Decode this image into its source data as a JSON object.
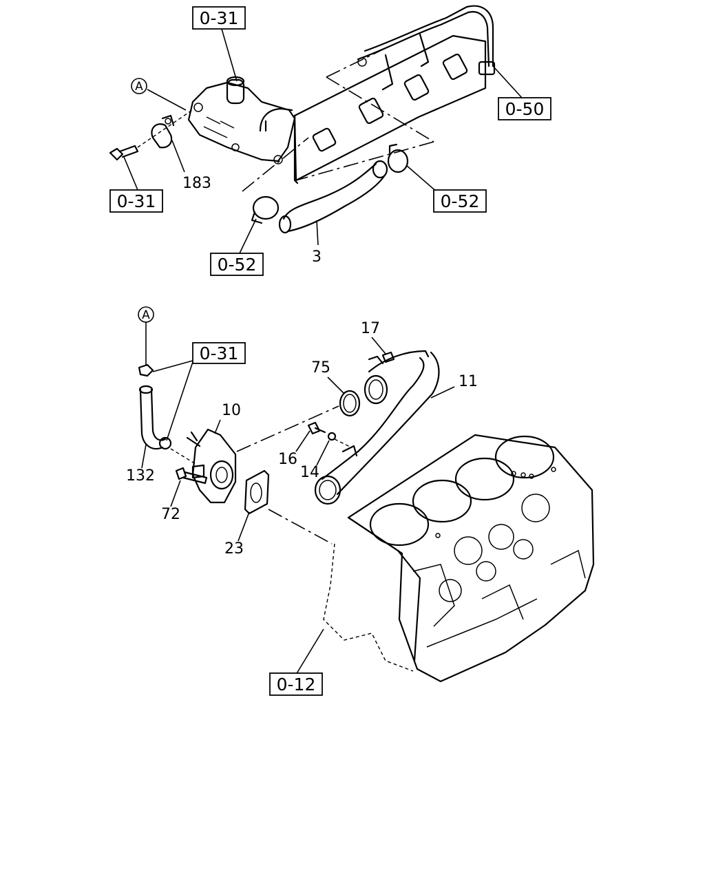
{
  "refs": {
    "r1": "0-31",
    "r2": "0-50",
    "r3": "0-31",
    "r4": "0-52",
    "r5": "0-52",
    "r6": "0-31",
    "r7": "0-12"
  },
  "parts": {
    "p183": "183",
    "p3": "3",
    "p17": "17",
    "p75": "75",
    "p11": "11",
    "p10": "10",
    "p16": "16",
    "p14": "14",
    "p132": "132",
    "p72": "72",
    "p23": "23"
  },
  "markers": {
    "m1": "A",
    "m2": "A"
  }
}
